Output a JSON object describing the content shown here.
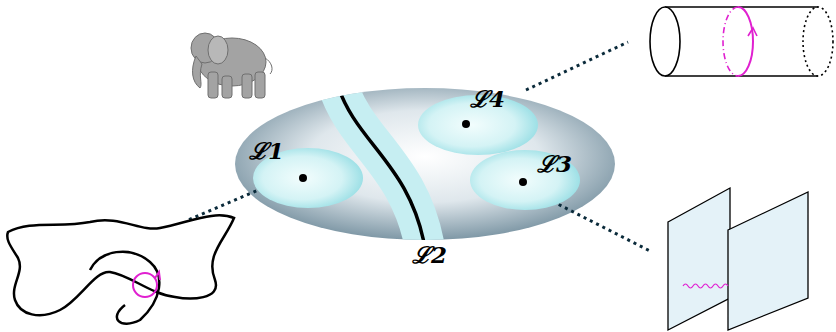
{
  "diagram": {
    "nodes": [
      {
        "text": [
          "ℒ4"
        ]
      },
      {
        "text": [
          "ℒ1"
        ]
      },
      {
        "text": [
          "ℒ3"
        ]
      },
      {
        "text": [
          "ℒ2"
        ]
      }
    ]
  }
}
